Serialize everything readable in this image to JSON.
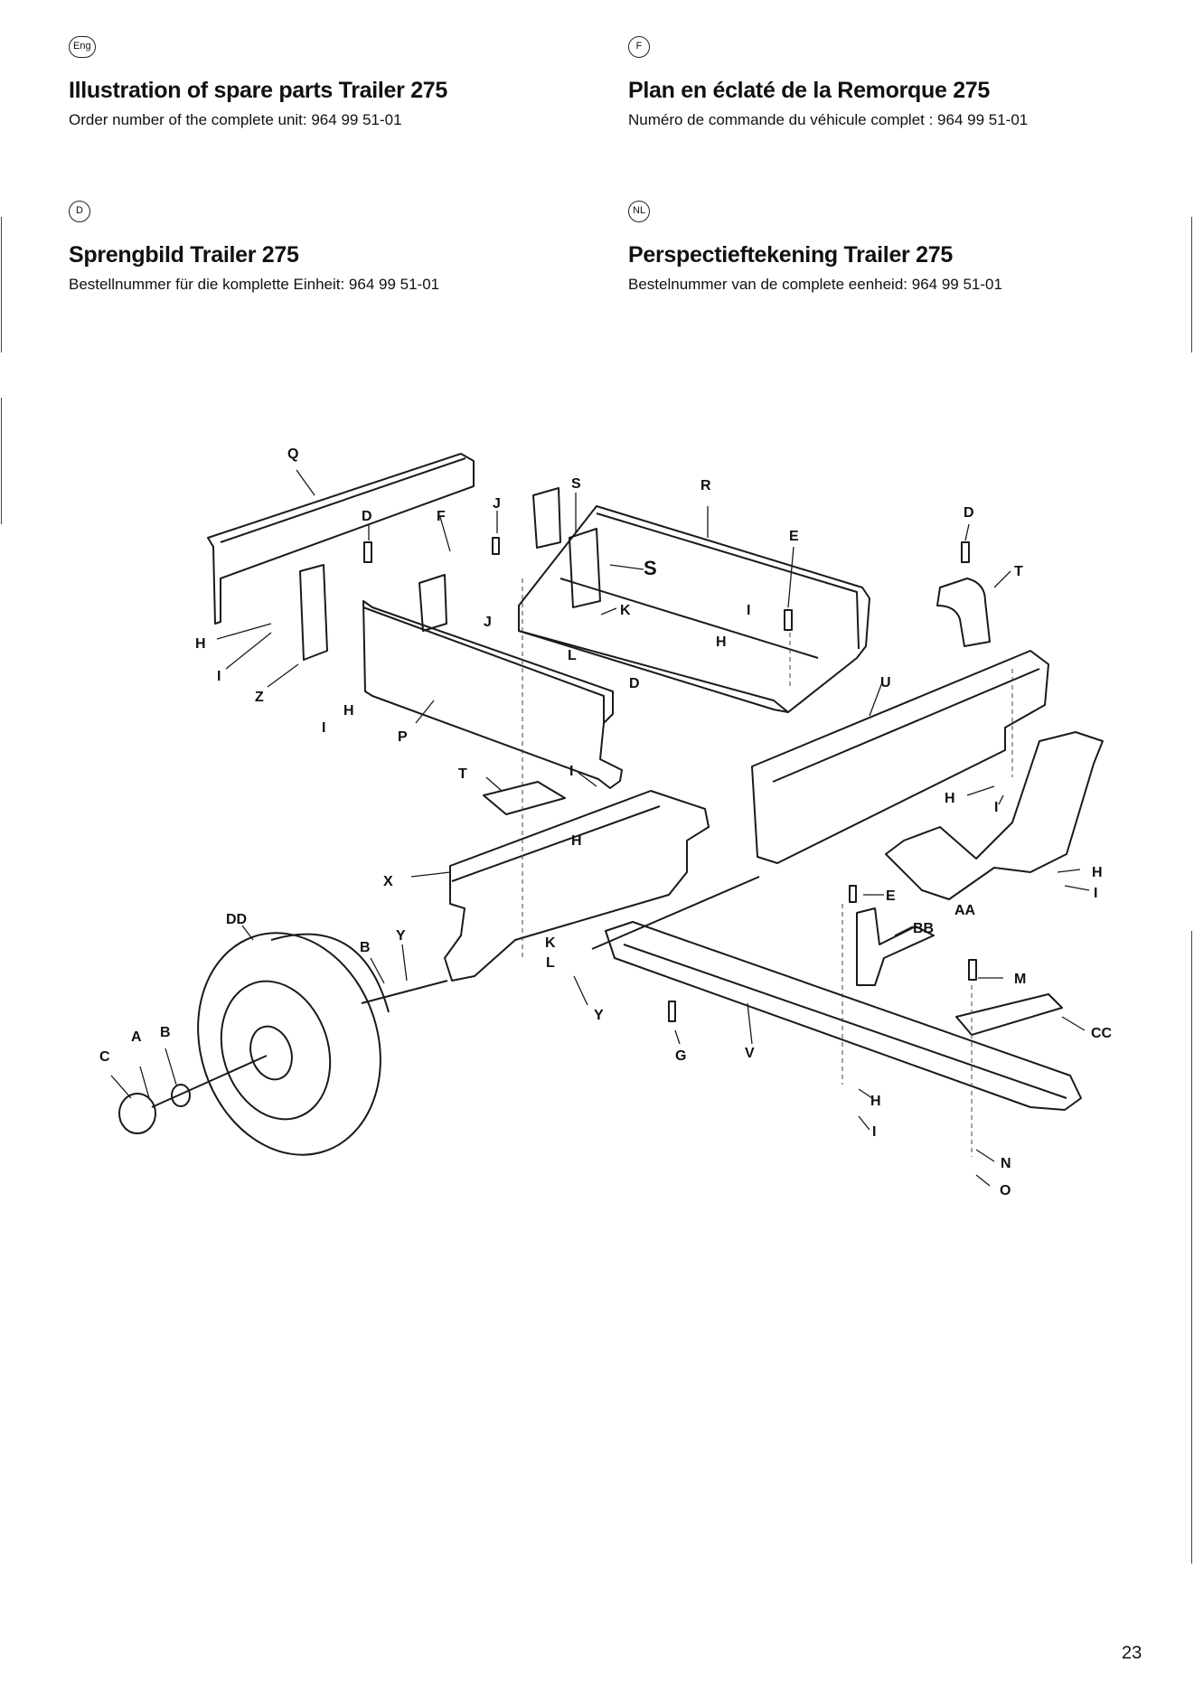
{
  "sections": [
    {
      "lang": "Eng",
      "title": "Illustration of spare parts Trailer 275",
      "order": "Order number of the complete unit: 964 99 51-01"
    },
    {
      "lang": "F",
      "title": "Plan en éclaté de la Remorque 275",
      "order": "Numéro de commande du véhicule complet : 964 99 51-01"
    },
    {
      "lang": "D",
      "title": "Sprengbild Trailer 275",
      "order": "Bestellnummer für die komplette Einheit: 964 99 51-01"
    },
    {
      "lang": "NL",
      "title": "Perspectieftekening Trailer 275",
      "order": "Bestelnummer van de complete eenheid: 964 99 51-01"
    }
  ],
  "labels": [
    "Q",
    "D",
    "F",
    "J",
    "S",
    "R",
    "E",
    "D",
    "T",
    "H",
    "I",
    "Z",
    "I",
    "H",
    "P",
    "S",
    "K",
    "J",
    "L",
    "I",
    "H",
    "D",
    "U",
    "T",
    "I",
    "H",
    "H",
    "I",
    "X",
    "H",
    "I",
    "DD",
    "B",
    "Y",
    "K",
    "L",
    "E",
    "BB",
    "AA",
    "M",
    "CC",
    "A",
    "B",
    "C",
    "Y",
    "G",
    "V",
    "H",
    "I",
    "N",
    "O"
  ],
  "page_number": "23"
}
